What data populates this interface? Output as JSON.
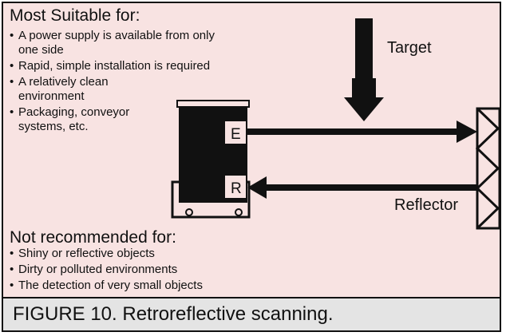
{
  "suitable": {
    "heading": "Most Suitable for:",
    "items": [
      "A power supply is available from only one side",
      "Rapid, simple installation is required",
      "A relatively clean environment",
      "Packaging, conveyor systems, etc."
    ]
  },
  "not_recommended": {
    "heading": "Not recommended for:",
    "items": [
      "Shiny or reflective objects",
      "Dirty or polluted environments",
      "The detection of very small objects"
    ]
  },
  "diagram": {
    "target_label": "Target",
    "reflector_label": "Reflector",
    "emitter_label": "E",
    "receiver_label": "R"
  },
  "caption": "FIGURE 10. Retroreflective scanning.",
  "colors": {
    "panel_background": "#f8e3e2",
    "caption_background": "#e4e4e4",
    "ink": "#111111"
  }
}
